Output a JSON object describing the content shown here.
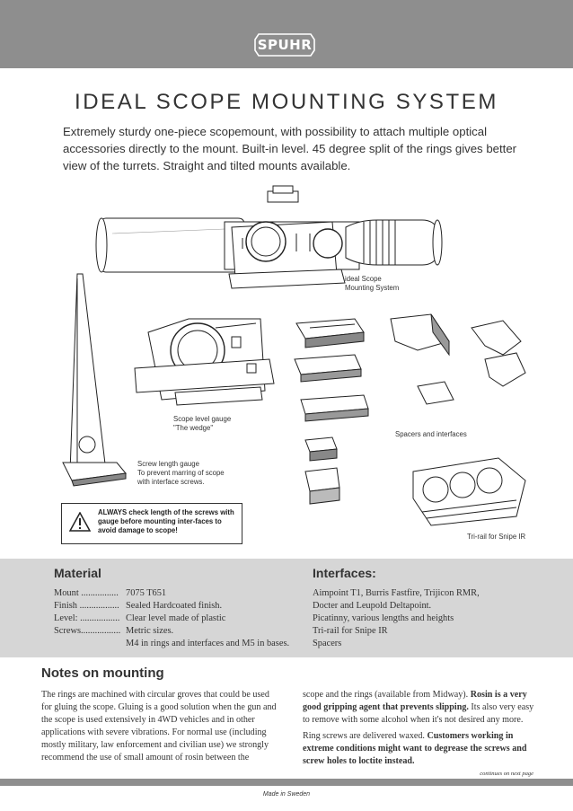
{
  "brand": {
    "name": "SPUHR"
  },
  "title": "IDEAL SCOPE MOUNTING SYSTEM",
  "intro": "Extremely sturdy one-piece scopemount, with possibility to attach multiple optical accessories directly to the mount. Built-in level. 45 degree split of the rings gives better view of the turrets. Straight and tilted mounts available.",
  "captions": {
    "ideal_scope": "ideal Scope\nMounting System",
    "level_gauge": "Scope level gauge\n\"The wedge\"",
    "spacers": "Spacers and interfaces",
    "screw_gauge": "Screw length gauge\nTo prevent marring of scope\nwith interface screws.",
    "tri_rail": "Tri-rail for Snipe IR"
  },
  "warning": {
    "icon": "warning-triangle-icon",
    "text": "ALWAYS check length of the screws with gauge before mounting inter-faces to avoid damage to scope!"
  },
  "material": {
    "heading": "Material",
    "rows": [
      {
        "label": "Mount ................",
        "value": "7075 T651"
      },
      {
        "label": "Finish .................",
        "value": "Sealed Hardcoated finish."
      },
      {
        "label": "Level: .................",
        "value": "Clear level made of plastic"
      },
      {
        "label": "Screws.................",
        "value": "Metric sizes."
      },
      {
        "label": "",
        "value": "M4 in rings and interfaces and M5 in bases."
      }
    ]
  },
  "interfaces": {
    "heading": "Interfaces:",
    "items": [
      "Aimpoint T1, Burris Fastfire, Trijicon RMR,",
      "Docter and Leupold Deltapoint.",
      "Picatinny, various lengths and heights",
      "Tri-rail for Snipe IR",
      "Spacers"
    ]
  },
  "notes": {
    "heading": "Notes on mounting",
    "left": "The rings are machined with circular groves that could be used for gluing the scope. Gluing is a good solution when the gun and the scope is used extensively in 4WD vehicles and in other applications with severe vibrations. For normal use (including mostly military, law enforcement and civilian use) we strongly recommend the use of small amount of rosin between the",
    "right_p1": "scope and the rings (available from Midway). ",
    "right_p1_bold": "Rosin is a very good gripping agent that prevents slipping.",
    "right_p1_end": " Its also very easy to remove with some alcohol when it's not desired any more.",
    "right_p2": "Ring screws are delivered waxed. ",
    "right_p2_bold": "Customers working in extreme conditions might want to degrease the screws and screw holes to loctite instead."
  },
  "continues": "continues on next page",
  "made_in": "Made in Sweden",
  "colors": {
    "bar": "#8e8e8e",
    "spec_band": "#d6d6d6",
    "text": "#333333"
  }
}
